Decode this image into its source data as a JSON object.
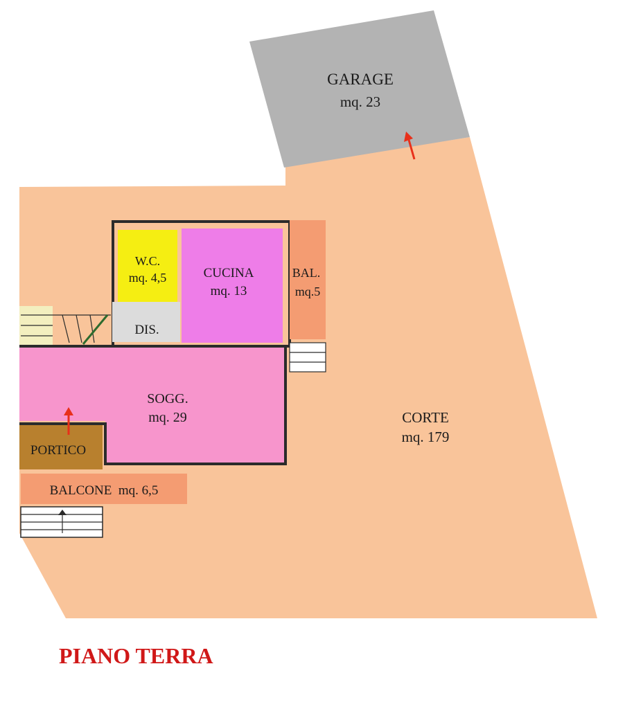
{
  "title": "PIANO TERRA",
  "colors": {
    "title": "#d01818",
    "corte": "#f9c49a",
    "garage": "#b3b3b3",
    "wc": "#f5ee12",
    "cucina": "#ee7de8",
    "soggiorno": "#f795cc",
    "dis": "#dcdcdc",
    "balcony": "#f49c72",
    "portico": "#b8802e",
    "arrow": "#e8301a"
  },
  "rooms": {
    "garage": {
      "name": "GARAGE",
      "area": "mq. 23"
    },
    "wc": {
      "name": "W.C.",
      "area": "mq. 4,5"
    },
    "cucina": {
      "name": "CUCINA",
      "area": "mq. 13"
    },
    "bal": {
      "name": "BAL.",
      "area": "mq.5"
    },
    "dis": {
      "name": "DIS."
    },
    "soggiorno": {
      "name": "SOGG.",
      "area": "mq. 29"
    },
    "corte": {
      "name": "CORTE",
      "area": "mq. 179"
    },
    "portico": {
      "name": "PORTICO"
    },
    "balcone": {
      "label": "BALCONE  mq. 6,5"
    }
  }
}
